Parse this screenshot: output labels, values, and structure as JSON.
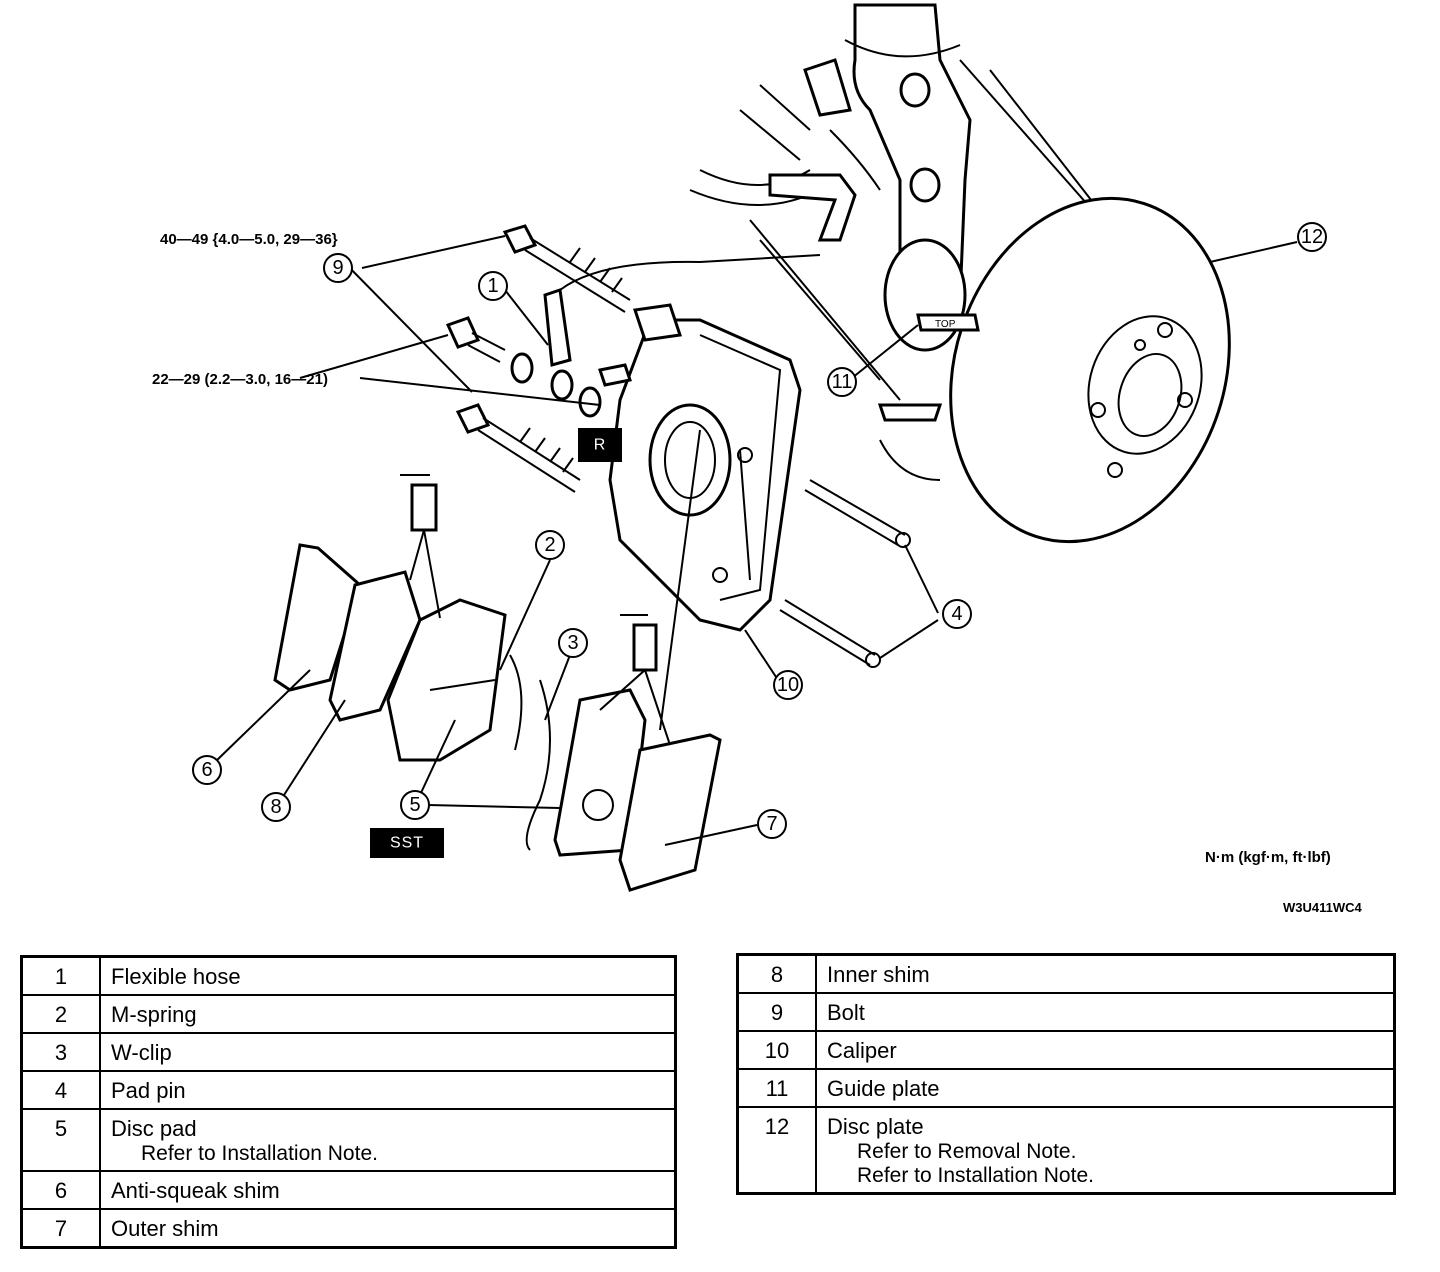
{
  "diagram": {
    "torque_upper": "40—49 {4.0—5.0, 29—36}",
    "torque_lower": "22—29 (2.2—3.0, 16—21)",
    "units": "N·m (kgf·m, ft·lbf)",
    "figure_code": "W3U411WC4",
    "tag_r": "R",
    "tag_sst": "SST",
    "callouts": [
      "1",
      "2",
      "3",
      "4",
      "5",
      "6",
      "7",
      "8",
      "9",
      "10",
      "11",
      "12"
    ]
  },
  "parts_left": [
    {
      "num": "1",
      "name": "Flexible hose",
      "notes": []
    },
    {
      "num": "2",
      "name": "M-spring",
      "notes": []
    },
    {
      "num": "3",
      "name": "W-clip",
      "notes": []
    },
    {
      "num": "4",
      "name": "Pad pin",
      "notes": []
    },
    {
      "num": "5",
      "name": "Disc pad",
      "notes": [
        "Refer to Installation Note."
      ]
    },
    {
      "num": "6",
      "name": "Anti-squeak shim",
      "notes": []
    },
    {
      "num": "7",
      "name": "Outer shim",
      "notes": []
    }
  ],
  "parts_right": [
    {
      "num": "8",
      "name": "Inner shim",
      "notes": []
    },
    {
      "num": "9",
      "name": "Bolt",
      "notes": []
    },
    {
      "num": "10",
      "name": "Caliper",
      "notes": []
    },
    {
      "num": "11",
      "name": "Guide plate",
      "notes": []
    },
    {
      "num": "12",
      "name": "Disc plate",
      "notes": [
        "Refer to Removal Note.",
        "Refer to Installation Note."
      ]
    }
  ]
}
